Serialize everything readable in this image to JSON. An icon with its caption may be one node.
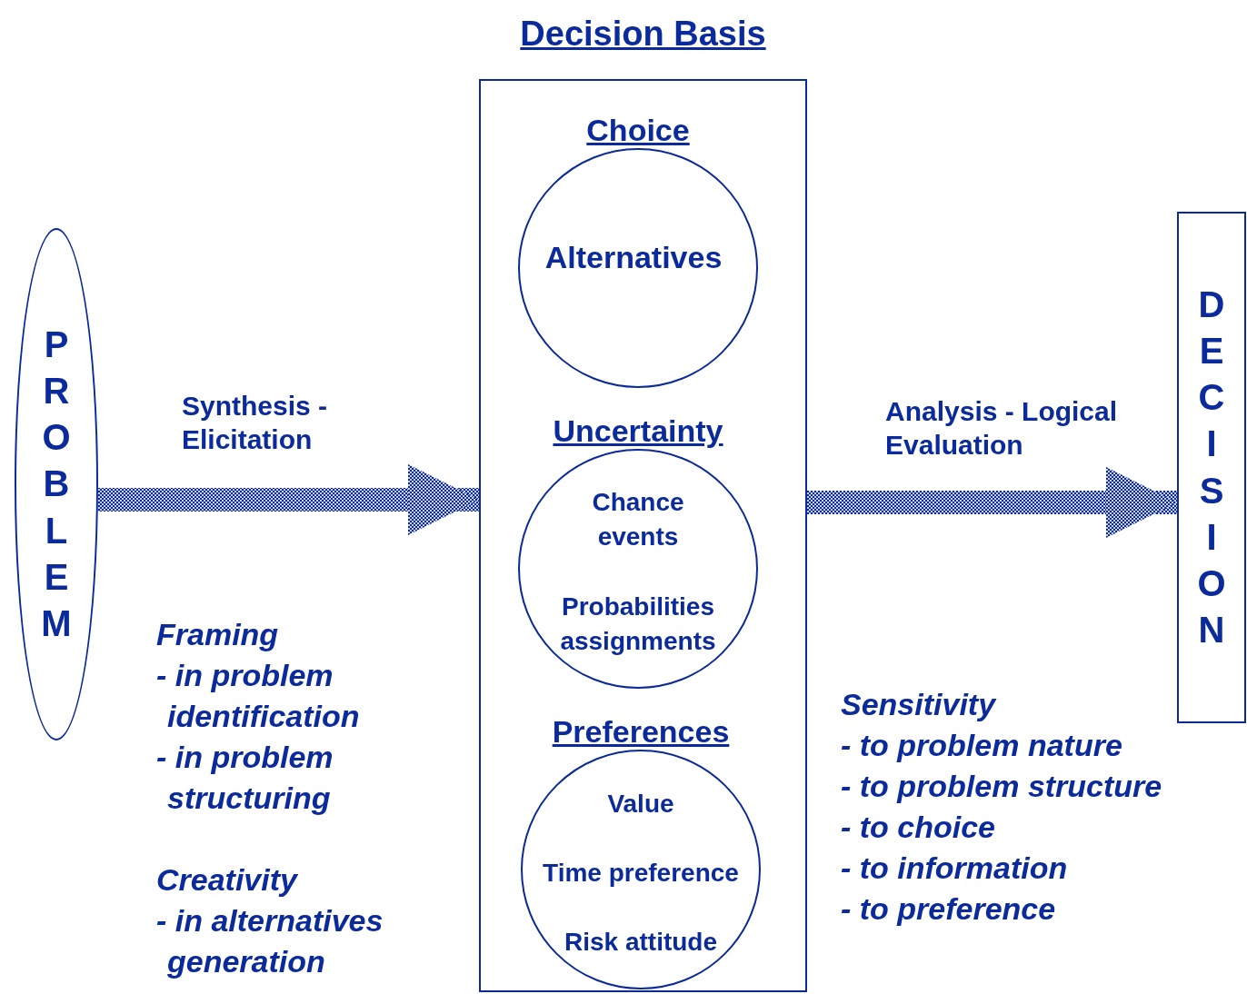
{
  "diagram": {
    "nodes": [
      {
        "text": [
          "PROBLEM"
        ]
      },
      {
        "text": [
          "Decision Basis"
        ]
      },
      {
        "text": [
          "Choice",
          "Alternatives"
        ],
        "in": 1
      },
      {
        "text": [
          "Uncertainty",
          "Chance events",
          "Probabilities assignments"
        ],
        "in": 1
      },
      {
        "text": [
          "Preferences",
          "Value",
          "Time preference",
          "Risk attitude"
        ],
        "in": 1
      },
      {
        "text": [
          "DECISION"
        ]
      }
    ],
    "edges": [
      {
        "from": 0,
        "to": 1,
        "arrow": "to",
        "label": "Synthesis - Elicitation"
      },
      {
        "from": 1,
        "to": 5,
        "arrow": "to",
        "label": "Analysis - Logical Evaluation"
      }
    ],
    "labels": [
      "Framing",
      "- in problem identification",
      "- in problem structuring",
      "Creativity",
      "- in alternatives generation",
      "Sensitivity",
      "- to problem nature",
      "- to problem structure",
      "- to choice",
      "- to information",
      "- to preference"
    ]
  }
}
